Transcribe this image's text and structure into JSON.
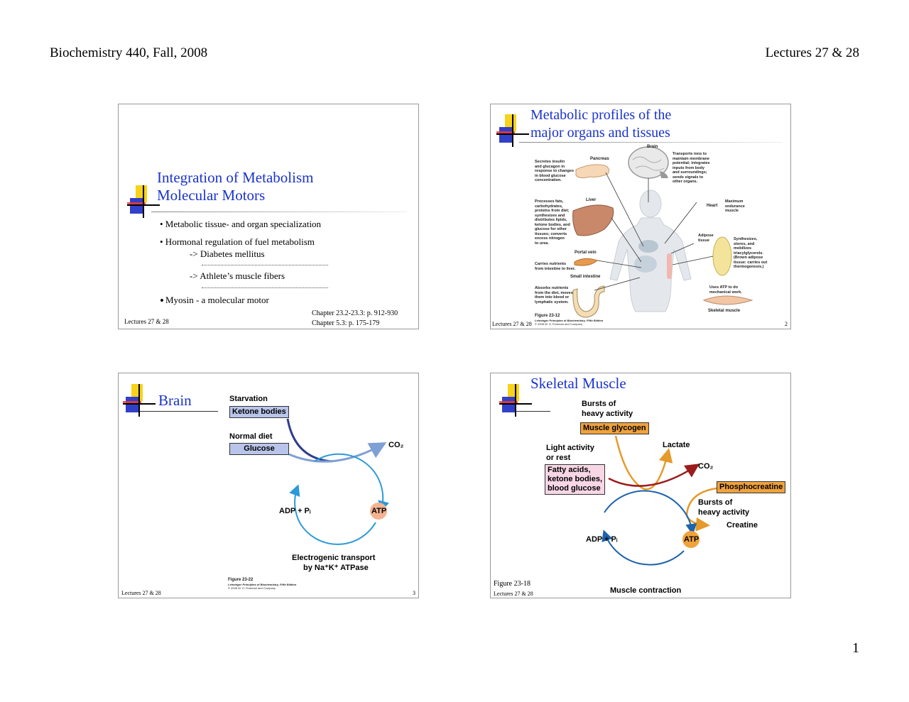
{
  "header": {
    "left": "Biochemistry 440, Fall, 2008",
    "right": "Lectures 27 & 28"
  },
  "page_number": "1",
  "slide1": {
    "title_line1": "Integration of Metabolism",
    "title_line2": "Molecular Motors",
    "bullet1": "• Metabolic tissue- and organ specialization",
    "bullet2": "• Hormonal regulation of fuel metabolism",
    "sub1": "-> Diabetes mellitus",
    "sub2": "-> Athlete’s muscle fibers",
    "bullet3_dot": "•",
    "bullet3": "Myosin - a molecular motor",
    "ref1": "Chapter 23.2-23.3: p. 912-930",
    "ref2": "Chapter 5.3: p. 175-179",
    "footer": "Lectures 27 & 28"
  },
  "slide2": {
    "title_line1": "Metabolic profiles of the",
    "title_line2": "major organs and tissues",
    "brain_label": "Brain",
    "brain_desc": [
      "Transports ions to",
      "maintain membrane",
      "potential; integrates",
      "inputs from body",
      "and surroundings;",
      "sends signals to",
      "other organs."
    ],
    "pancreas_label": "Pancreas",
    "pancreas_desc": [
      "Secretes insulin",
      "and glucagon in",
      "response to changes",
      "in blood glucose",
      "concentration."
    ],
    "liver_label": "Liver",
    "liver_desc": [
      "Processes fats,",
      "carbohydrates,",
      "proteins from diet;",
      "synthesizes and",
      "distributes lipids,",
      "ketone bodies, and",
      "glucose for other",
      "tissues; converts",
      "excess nitrogen",
      "to urea."
    ],
    "portal_label": "Portal vein",
    "portal_desc": [
      "Carries nutrients",
      "from intestine to liver."
    ],
    "intestine_label": "Small intestine",
    "intestine_desc": [
      "Absorbs nutrients",
      "from the diet, moves",
      "them into blood or",
      "lymphatic system."
    ],
    "heart_label": "Heart",
    "heart_desc": [
      "Maximum",
      "endurance",
      "muscle"
    ],
    "adipose_label": [
      "Adipose",
      "tissue"
    ],
    "adipose_desc": [
      "Synthesizes,",
      "stores, and",
      "mobilizes",
      "triacylglycerols.",
      "(Brown adipose",
      "tissue: carries out",
      "thermogenesis.)"
    ],
    "skeletal_desc": [
      "Uses ATP to do",
      "mechanical work."
    ],
    "skeletal_label": "Skeletal muscle",
    "figure": "Figure 23-12",
    "credit1": "Lehninger Principles of Biochemistry, Fifth Edition",
    "credit2": "© 2008 W. H. Freeman and Company",
    "footer": "Lectures 27 & 28",
    "slide_num": "2"
  },
  "slide3": {
    "title": "Brain",
    "starvation": "Starvation",
    "ketone": "Ketone bodies",
    "normal": "Normal diet",
    "glucose": "Glucose",
    "co2": "CO₂",
    "adp": "ADP + Pᵢ",
    "atp": "ATP",
    "transport1": "Electrogenic transport",
    "transport2": "by Na⁺K⁺ ATPase",
    "figure": "Figure 23-22",
    "credit1": "Lehninger Principles of Biochemistry, Fifth Edition",
    "credit2": "© 2008 W. H. Freeman and Company",
    "footer": "Lectures 27 & 28",
    "slide_num": "3"
  },
  "slide4": {
    "title": "Skeletal Muscle",
    "bursts1": "Bursts of",
    "bursts2": "heavy activity",
    "glycogen": "Muscle glycogen",
    "lactate": "Lactate",
    "light1": "Light activity",
    "light2": "or rest",
    "fuel1": "Fatty acids,",
    "fuel2": "ketone bodies,",
    "fuel3": "blood glucose",
    "co2": "CO₂",
    "phospho": "Phosphocreatine",
    "bursts3": "Bursts of",
    "bursts4": "heavy activity",
    "creatine": "Creatine",
    "adp": "ADP + Pᵢ",
    "atp": "ATP",
    "contraction": "Muscle contraction",
    "figure": "Figure 23-18",
    "footer": "Lectures 27 & 28"
  },
  "colors": {
    "title_blue": "#1a33cc",
    "logo_yellow": "#f7d31b",
    "logo_blue": "#3140c8",
    "logo_red": "#ea3b3b",
    "box_blue": "#b9c4ea",
    "atp_orange": "#f3b393",
    "glycogen_orange": "#f0a23c",
    "fuel_pink": "#f7d6e6",
    "cycle_blue": "#2b9ad8",
    "dark_red": "#9c1b1b"
  }
}
